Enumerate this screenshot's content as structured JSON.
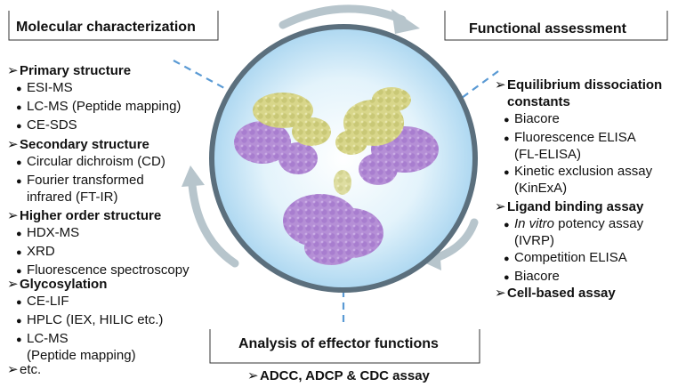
{
  "left_box": {
    "title": "Molecular characterization",
    "sections": [
      {
        "heading": "Primary structure",
        "items": [
          "ESI-MS",
          "LC-MS (Peptide mapping)",
          "CE-SDS"
        ]
      },
      {
        "heading": "Secondary structure",
        "items": [
          "Circular dichroism (CD)",
          "Fourier transformed\ninfrared (FT-IR)"
        ]
      },
      {
        "heading": "Higher order structure",
        "items": [
          "HDX-MS",
          "XRD",
          "Fluorescence spectroscopy"
        ]
      },
      {
        "heading": "Glycosylation",
        "items": [
          "CE-LIF",
          "HPLC (IEX, HILIC etc.)",
          "LC-MS\n(Peptide mapping)"
        ]
      }
    ],
    "etc": "etc."
  },
  "right_box": {
    "title": "Functional assessment",
    "sections": [
      {
        "heading": "Equilibrium dissociation\nconstants",
        "items": [
          "Biacore",
          "Fluorescence ELISA\n(FL-ELISA)",
          "Kinetic exclusion assay\n(KinExA)"
        ]
      },
      {
        "heading": "Ligand binding assay",
        "items_rich": [
          {
            "italic": "In vitro",
            "text": " potency assay\n(IVRP)"
          },
          {
            "italic": "",
            "text": "Competition ELISA"
          },
          {
            "italic": "",
            "text": "Biacore"
          }
        ]
      },
      {
        "heading": "Cell-based assay",
        "items": []
      }
    ]
  },
  "bottom_box": {
    "title": "Analysis of effector functions",
    "heading": "ADCC, ADCP & CDC assay"
  },
  "arrow_glyph": "➢",
  "colors": {
    "heavy_chain": "#b58fd6",
    "light_chain": "#d8d68a",
    "circle_fill": "#cfe9f7",
    "circle_ring": "#5b6f7d",
    "cycle_arrow": "#b7c5cc",
    "dashed": "#5a9ad4",
    "box_line": "#333333"
  }
}
